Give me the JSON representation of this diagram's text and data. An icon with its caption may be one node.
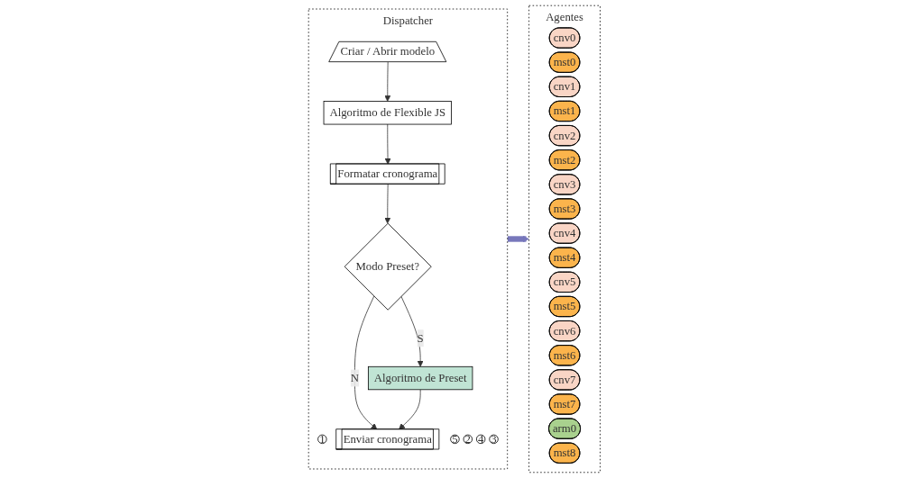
{
  "diagram": {
    "nodes": [
      {
        "text": [
          "Dispatcher"
        ]
      },
      {
        "text": [
          "1"
        ],
        "in": 0
      },
      {
        "text": [
          "Criar / Abrir modelo"
        ],
        "in": 0
      },
      {
        "text": [
          "5"
        ],
        "in": 0
      },
      {
        "text": [
          "Enviar cronograma"
        ],
        "in": 0
      },
      {
        "text": [
          "2"
        ],
        "in": 0
      },
      {
        "text": [
          "Algoritmo de Flexible JS"
        ],
        "in": 0
      },
      {
        "text": [
          "4"
        ],
        "in": 0
      },
      {
        "text": [
          "Algoritmo de Preset"
        ],
        "in": 0
      },
      {
        "text": [
          "3"
        ],
        "in": 0
      },
      {
        "text": [
          "Formatar cronograma"
        ],
        "in": 0
      },
      {
        "text": [
          "Modo Preset?"
        ],
        "in": 0
      },
      {
        "text": [
          "Agentes"
        ]
      },
      {
        "text": [
          "cnv0"
        ],
        "in": 12
      },
      {
        "text": [
          "mst0"
        ],
        "in": 12
      },
      {
        "text": [
          "cnv1"
        ],
        "in": 12
      },
      {
        "text": [
          "mst1"
        ],
        "in": 12
      },
      {
        "text": [
          "cnv2"
        ],
        "in": 12
      },
      {
        "text": [
          "mst2"
        ],
        "in": 12
      },
      {
        "text": [
          "cnv3"
        ],
        "in": 12
      },
      {
        "text": [
          "mst3"
        ],
        "in": 12
      },
      {
        "text": [
          "cnv4"
        ],
        "in": 12
      },
      {
        "text": [
          "mst4"
        ],
        "in": 12
      },
      {
        "text": [
          "cnv5"
        ],
        "in": 12
      },
      {
        "text": [
          "mst5"
        ],
        "in": 12
      },
      {
        "text": [
          "cnv6"
        ],
        "in": 12
      },
      {
        "text": [
          "mst6"
        ],
        "in": 12
      },
      {
        "text": [
          "cnv7"
        ],
        "in": 12
      },
      {
        "text": [
          "mst7"
        ],
        "in": 12
      },
      {
        "text": [
          "arm0"
        ],
        "in": 12
      },
      {
        "text": [
          "mst8"
        ],
        "in": 12
      }
    ],
    "edges": [
      {
        "from": 2,
        "to": 6,
        "arrow": "to"
      },
      {
        "from": 6,
        "to": 10,
        "arrow": "to"
      },
      {
        "from": 10,
        "to": 11,
        "arrow": "to"
      },
      {
        "from": 11,
        "to": 8,
        "arrow": "to",
        "label": "S"
      },
      {
        "from": 11,
        "to": 4,
        "arrow": "to",
        "label": "N"
      },
      {
        "from": 8,
        "to": 4,
        "arrow": "to"
      },
      {
        "from": 0,
        "to": 12,
        "arrow": "to",
        "style": "thick",
        "color": "#7777bb"
      }
    ]
  }
}
